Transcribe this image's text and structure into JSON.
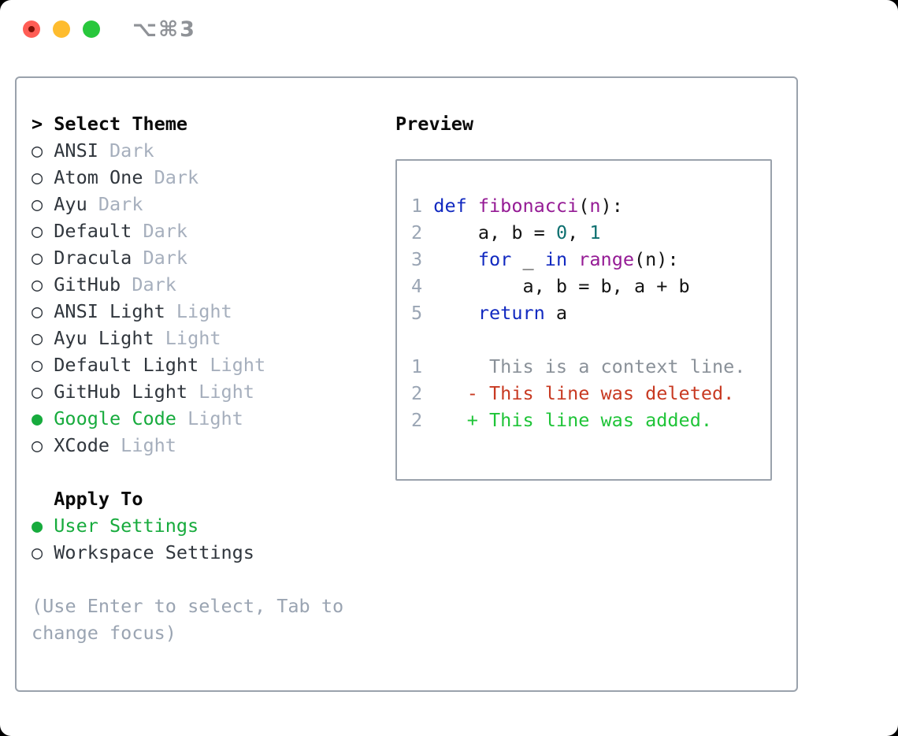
{
  "titlebar": {
    "title": "⌥⌘3"
  },
  "theme_picker": {
    "cursor": ">",
    "header": "Select Theme",
    "items": [
      {
        "name": "ANSI",
        "variant": "Dark",
        "selected": false
      },
      {
        "name": "Atom One",
        "variant": "Dark",
        "selected": false
      },
      {
        "name": "Ayu",
        "variant": "Dark",
        "selected": false
      },
      {
        "name": "Default",
        "variant": "Dark",
        "selected": false
      },
      {
        "name": "Dracula",
        "variant": "Dark",
        "selected": false
      },
      {
        "name": "GitHub",
        "variant": "Dark",
        "selected": false
      },
      {
        "name": "ANSI Light",
        "variant": "Light",
        "selected": false
      },
      {
        "name": "Ayu Light",
        "variant": "Light",
        "selected": false
      },
      {
        "name": "Default Light",
        "variant": "Light",
        "selected": false
      },
      {
        "name": "GitHub Light",
        "variant": "Light",
        "selected": false
      },
      {
        "name": "Google Code",
        "variant": "Light",
        "selected": true
      },
      {
        "name": "XCode",
        "variant": "Light",
        "selected": false
      }
    ]
  },
  "apply_to": {
    "header": "Apply To",
    "options": [
      {
        "name": "User Settings",
        "selected": true
      },
      {
        "name": "Workspace Settings",
        "selected": false
      }
    ]
  },
  "hint": "(Use Enter to select, Tab to change focus)",
  "preview": {
    "header": "Preview",
    "lines": [
      {
        "num": "1",
        "tokens": [
          [
            "kw",
            "def "
          ],
          [
            "fn",
            "fibonacci"
          ],
          [
            "pln",
            "("
          ],
          [
            "fn",
            "n"
          ],
          [
            "pln",
            "):"
          ]
        ]
      },
      {
        "num": "2",
        "tokens": [
          [
            "pln",
            "    a, b = "
          ],
          [
            "lit",
            "0"
          ],
          [
            "pln",
            ", "
          ],
          [
            "lit",
            "1"
          ]
        ]
      },
      {
        "num": "3",
        "tokens": [
          [
            "pln",
            "    "
          ],
          [
            "kw",
            "for"
          ],
          [
            "pln",
            " _ "
          ],
          [
            "kw",
            "in"
          ],
          [
            "pln",
            " "
          ],
          [
            "fn",
            "range"
          ],
          [
            "pln",
            "(n):"
          ]
        ]
      },
      {
        "num": "4",
        "tokens": [
          [
            "pln",
            "        a, b = b, a + b"
          ]
        ]
      },
      {
        "num": "5",
        "tokens": [
          [
            "pln",
            "    "
          ],
          [
            "kw",
            "return"
          ],
          [
            "pln",
            " a"
          ]
        ]
      },
      {
        "num": "",
        "tokens": []
      },
      {
        "num": "1",
        "tokens": [
          [
            "ctx",
            "     This is a context line."
          ]
        ]
      },
      {
        "num": "2",
        "tokens": [
          [
            "del",
            "   - This line was deleted."
          ]
        ]
      },
      {
        "num": "2",
        "tokens": [
          [
            "add",
            "   + This line was added."
          ]
        ]
      }
    ]
  },
  "colors": {
    "selected_green": "#17ab3d",
    "keyword_blue": "#1129c0",
    "function_purple": "#951b95",
    "literal_teal": "#0e7070",
    "plain_code": "#141414",
    "line_number_gray": "#9aa5b4",
    "context_gray": "#8a9199",
    "deleted_red": "#c83a22",
    "added_green": "#1fc438",
    "item_text": "#30363d",
    "variant_gray": "#a6afbd",
    "hint_gray": "#9aa4b2",
    "border_gray": "#9aa2ac",
    "title_gray": "#8f9297",
    "traffic_red": "#ff5d55",
    "traffic_red_dot": "#7e1006",
    "traffic_yellow": "#febc2e",
    "traffic_green": "#28c73c"
  }
}
